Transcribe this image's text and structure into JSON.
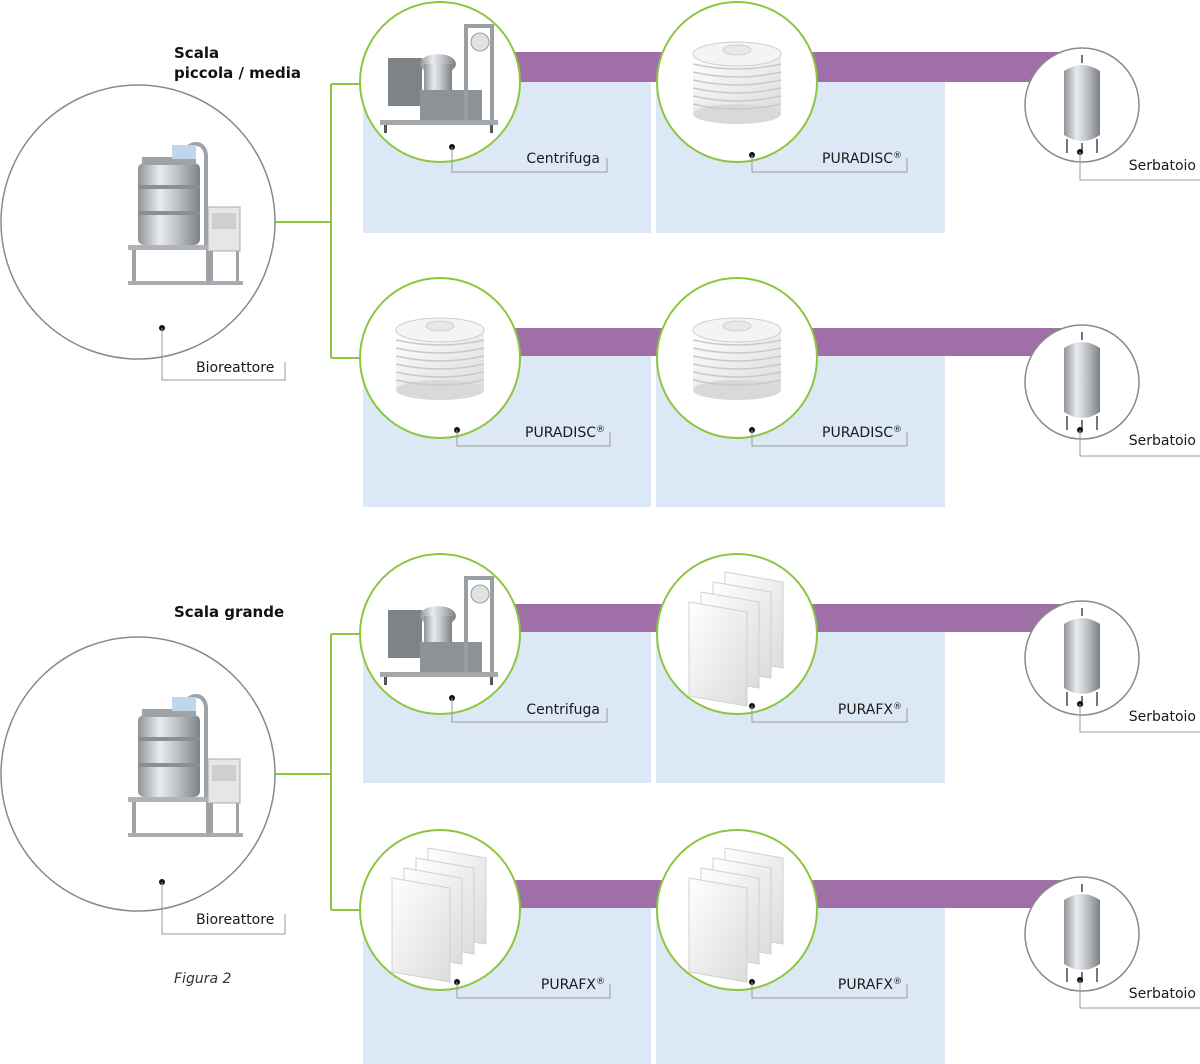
{
  "sections": [
    {
      "title_lines": [
        "Scala",
        "piccola / media"
      ],
      "bioreactor_label": "Bioreattore",
      "rows": [
        {
          "stage1": {
            "name": "Centrifuga",
            "sup": "",
            "image": "centrifuge"
          },
          "stage2": {
            "name": "PURADISC",
            "sup": "®",
            "image": "depth-filter-capsule"
          },
          "tank_label": "Serbatoio"
        },
        {
          "stage1": {
            "name": "PURADISC",
            "sup": "®",
            "image": "depth-filter-capsule"
          },
          "stage2": {
            "name": "PURADISC",
            "sup": "®",
            "image": "depth-filter-capsule"
          },
          "tank_label": "Serbatoio"
        }
      ]
    },
    {
      "title_lines": [
        "Scala grande"
      ],
      "bioreactor_label": "Bioreattore",
      "rows": [
        {
          "stage1": {
            "name": "Centrifuga",
            "sup": "",
            "image": "centrifuge"
          },
          "stage2": {
            "name": "PURAFX",
            "sup": "®",
            "image": "filter-sheets"
          },
          "tank_label": "Serbatoio"
        },
        {
          "stage1": {
            "name": "PURAFX",
            "sup": "®",
            "image": "filter-sheets"
          },
          "stage2": {
            "name": "PURAFX",
            "sup": "®",
            "image": "filter-sheets"
          },
          "tank_label": "Serbatoio"
        }
      ]
    }
  ],
  "figure_caption": "Figura 2",
  "colors": {
    "circle_green": "#8cc63f",
    "connector_green": "#8cc63f",
    "pipe_purple": "#a06fa8",
    "panel_blue": "#dde8f6",
    "circle_gray": "#8a8a8a",
    "leader_gray": "#9a9a9a"
  }
}
